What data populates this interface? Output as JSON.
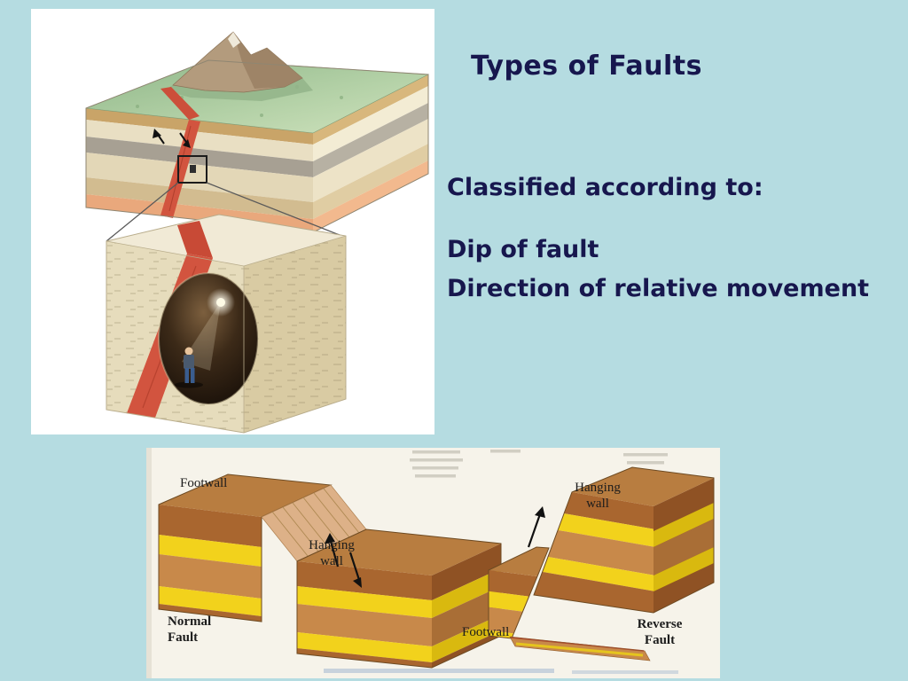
{
  "slide": {
    "title": "Types of Faults",
    "classified_heading": "Classified according to:",
    "bullets": [
      "Dip of fault",
      "Direction of relative movement"
    ]
  },
  "figures": {
    "fault_types": {
      "normal": {
        "footwall": "Footwall",
        "hanging_wall": "Hanging wall",
        "caption": "Normal Fault"
      },
      "reverse": {
        "hanging_wall": "Hanging wall",
        "footwall": "Footwall",
        "caption": "Reverse Fault"
      }
    }
  },
  "colors": {
    "background": "#b5dce1",
    "slide-text": "#17174e",
    "panel": "#ffffff",
    "paper": "#f6f3ea",
    "fault-red": "#d2543f",
    "layer-yellow": "#f2d21c",
    "layer-brown": "#a9662f",
    "layer-tan": "#c8894a",
    "block-top": "#b87d40"
  }
}
